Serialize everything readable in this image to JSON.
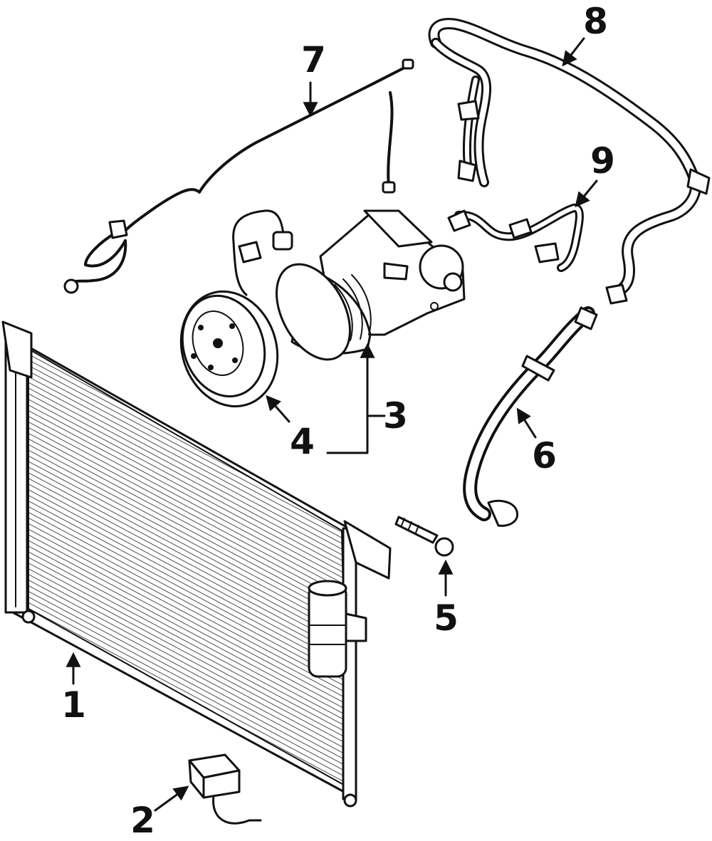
{
  "callouts": {
    "c1": "1",
    "c2": "2",
    "c3": "3",
    "c4": "4",
    "c5": "5",
    "c6": "6",
    "c7": "7",
    "c8": "8",
    "c9": "9"
  },
  "colors": {
    "ink": "#111111",
    "paper": "#ffffff"
  }
}
